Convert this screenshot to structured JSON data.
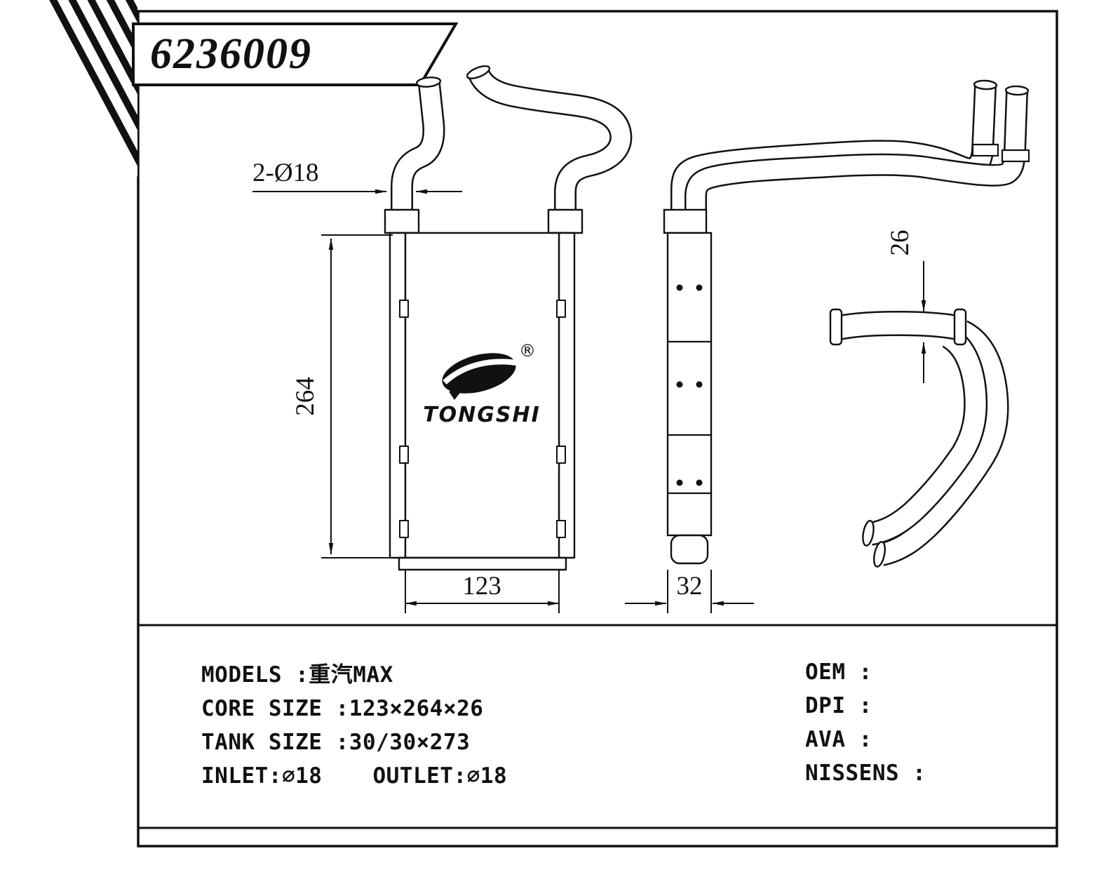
{
  "banner": {
    "part_number": "6236009"
  },
  "logo": {
    "brand": "TONGSHI",
    "registered_mark": "®"
  },
  "dimensions": {
    "pipe_callout": "2-Ø18",
    "core_height": "264",
    "core_width": "123",
    "tank_depth": "32",
    "pipe_diameter_side": "26"
  },
  "specs": {
    "models": "MODELS :重汽MAX",
    "core_size": "CORE SIZE :123×264×26",
    "tank_size": "TANK SIZE :30/30×273",
    "inlet": "INLET:∅18",
    "outlet": "OUTLET:∅18",
    "oem": "OEM :",
    "dpi": "DPI :",
    "ava": "AVA :",
    "nissens": "NISSENS :"
  }
}
